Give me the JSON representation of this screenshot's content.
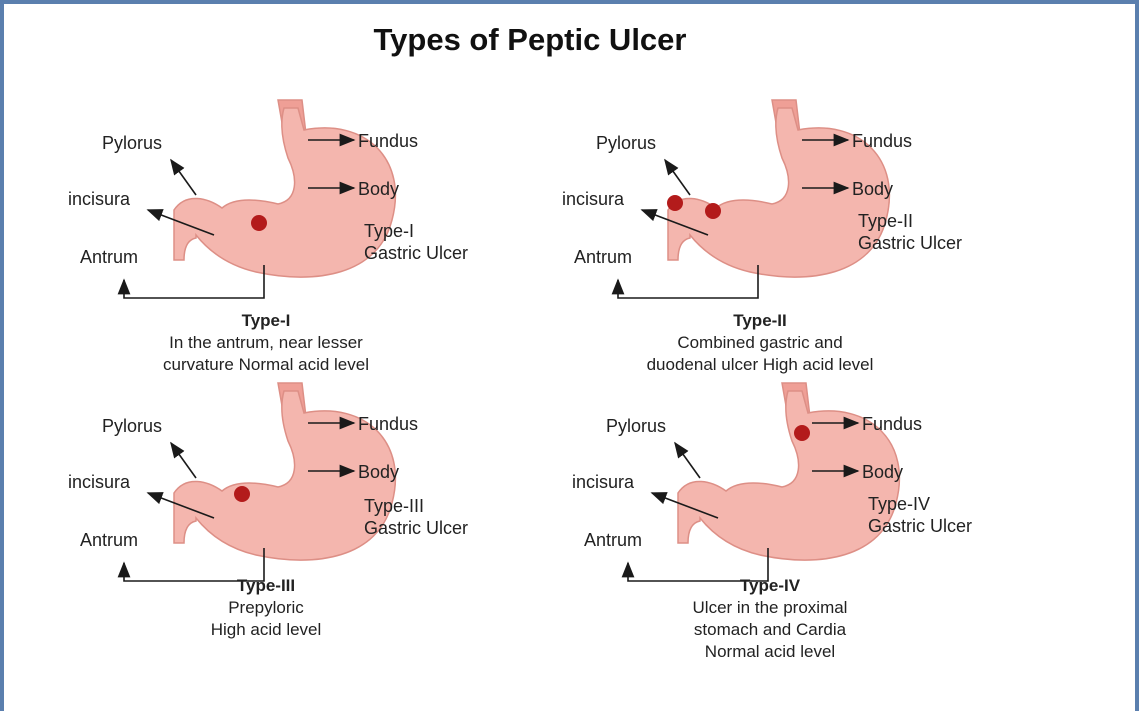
{
  "title": "Types of Peptic Ulcer",
  "colors": {
    "frame": "#5b7fae",
    "stomach_fill": "#f4b6ae",
    "stomach_stroke": "#dd8f86",
    "esophagus_fill": "#ef9f96",
    "ulcer": "#b31b1b",
    "arrow": "#1a1a1a"
  },
  "labels": {
    "pylorus": "Pylorus",
    "incisura": "incisura",
    "antrum": "Antrum",
    "fundus": "Fundus",
    "body": "Body"
  },
  "panels": [
    {
      "type_label": "Type-I",
      "ulcer_label": "Gastric Ulcer",
      "caption_title": "Type-I",
      "caption_lines": [
        "In the antrum, near lesser",
        "curvature Normal acid level"
      ],
      "ulcer_count": 1
    },
    {
      "type_label": "Type-II",
      "ulcer_label": "Gastric Ulcer",
      "caption_title": "Type-II",
      "caption_lines": [
        "Combined gastric and",
        "duodenal ulcer High acid level"
      ],
      "ulcer_count": 2
    },
    {
      "type_label": "Type-III",
      "ulcer_label": "Gastric Ulcer",
      "caption_title": "Type-III",
      "caption_lines": [
        "Prepyloric",
        "High acid level"
      ],
      "ulcer_count": 1
    },
    {
      "type_label": "Type-IV",
      "ulcer_label": "Gastric Ulcer",
      "caption_title": "Type-IV",
      "caption_lines": [
        "Ulcer in the proximal",
        "stomach and Cardia",
        "Normal acid level"
      ],
      "ulcer_count": 1
    }
  ]
}
